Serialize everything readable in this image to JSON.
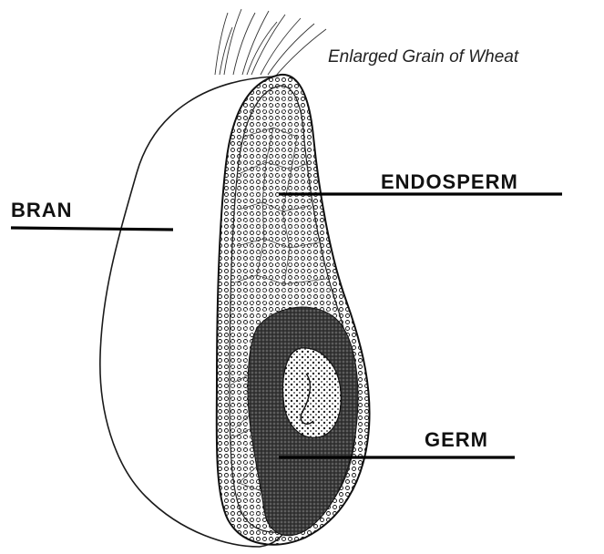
{
  "title": "Enlarged Grain of Wheat",
  "labels": {
    "bran": "BRAN",
    "endosperm": "ENDOSPERM",
    "germ": "GERM"
  }
}
